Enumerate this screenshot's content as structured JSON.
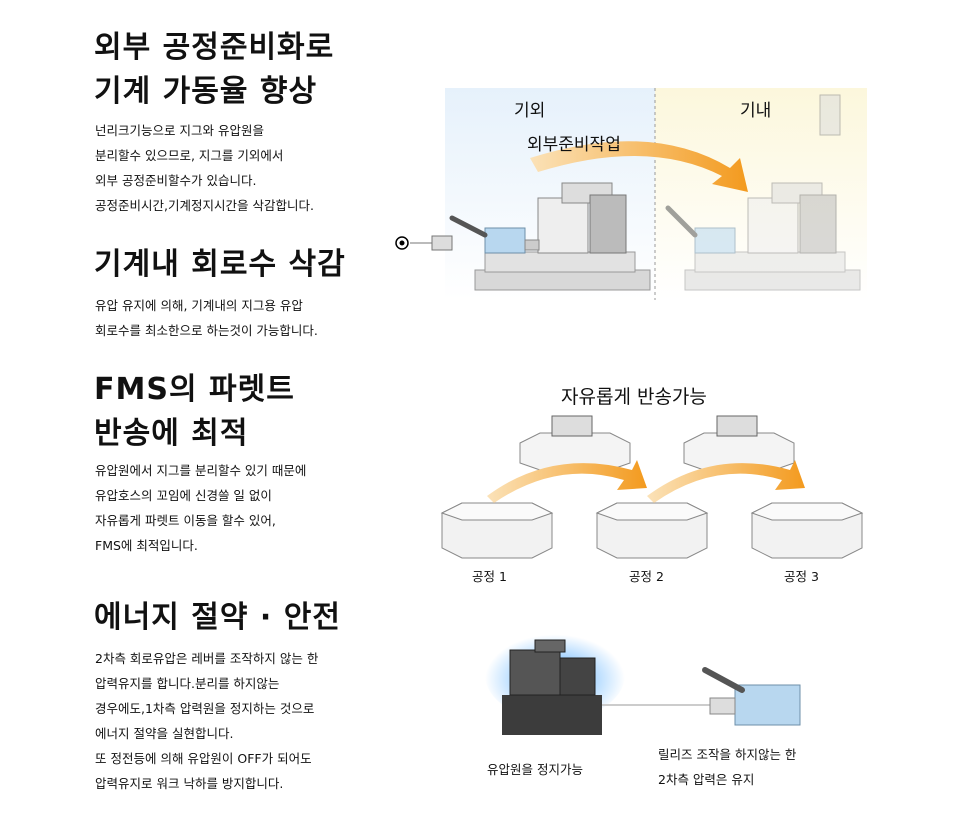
{
  "sections": [
    {
      "title": [
        "외부 공정준비화로",
        "기계 가동율 향상"
      ],
      "body": [
        "넌리크기능으로 지그와 유압원을",
        "분리할수 있으므로, 지그를 기외에서",
        "외부 공정준비할수가 있습니다.",
        "공정준비시간,기계정지시간을 삭감합니다."
      ]
    },
    {
      "title": [
        "기계내 회로수 삭감"
      ],
      "body": [
        "유압 유지에 의해, 기계내의 지그용 유압",
        "회로수를 최소한으로 하는것이 가능합니다."
      ]
    },
    {
      "title": [
        "FMS의 파렛트",
        "반송에 최적"
      ],
      "body": [
        "유압원에서 지그를 분리할수 있기 때문에",
        "유압호스의 꼬임에 신경쓸 일 없이",
        "자유롭게 파렛트 이동을 할수 있어,",
        "FMS에 최적입니다."
      ]
    },
    {
      "title": [
        "에너지 절약 · 안전"
      ],
      "body": [
        "2차측 회로유압은 레버를 조작하지 않는 한",
        "압력유지를 합니다.분리를 하지않는",
        "경우에도,1차측 압력원을 정지하는 것으로",
        "에너지 절약을 실현합니다.",
        "또 정전등에 의해 유압원이 OFF가 되어도",
        "압력유지로 워크 낙하를 방지합니다."
      ]
    }
  ],
  "figure1": {
    "outside": "기외",
    "inside": "기내",
    "caption": "외부준비작업"
  },
  "figure2": {
    "title": "자유롭게 반송가능",
    "stations": [
      "공정 1",
      "공정 2",
      "공정 3"
    ]
  },
  "figure3": {
    "left_caption": "유압원을 정지가능",
    "right_caption": [
      "릴리즈 조작을 하지않는 한",
      "2차측 압력은 유지"
    ]
  },
  "colors": {
    "arrow": "#f39a1e",
    "outside_bg": "#e6f1fb",
    "inside_bg": "#fcf7dc",
    "pump_glow": "#3aa0ff",
    "block": "#b8d7ef"
  }
}
